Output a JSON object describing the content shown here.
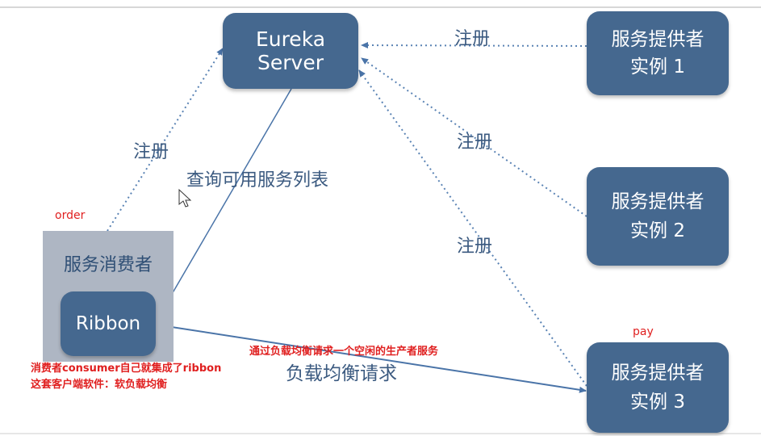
{
  "nodes": {
    "eureka": "Eureka Server",
    "provider1": {
      "line1": "服务提供者",
      "line2": "实例 1"
    },
    "provider2": {
      "line1": "服务提供者",
      "line2": "实例 2"
    },
    "provider3": {
      "line1": "服务提供者",
      "line2": "实例 3"
    },
    "consumer_title": "服务消费者",
    "ribbon": "Ribbon"
  },
  "edge_labels": {
    "register_provider1": "注册",
    "register_provider2": "注册",
    "register_provider3": "注册",
    "register_consumer": "注册",
    "query_list": "查询可用服务列表",
    "load_balance": "负载均衡请求"
  },
  "annotations": {
    "order": "order",
    "pay": "pay",
    "lb_note": "通过负载均衡请求一个空闲的生产者服务",
    "consumer_note_line1": "消费者consumer自己就集成了ribbon",
    "consumer_note_line2": "这套客户端软件：软负载均衡"
  },
  "colors": {
    "node_fill": "#45688f",
    "consumer_fill": "#aeb6c3",
    "edge": "#4a74a8",
    "annotation": "#e02020"
  }
}
